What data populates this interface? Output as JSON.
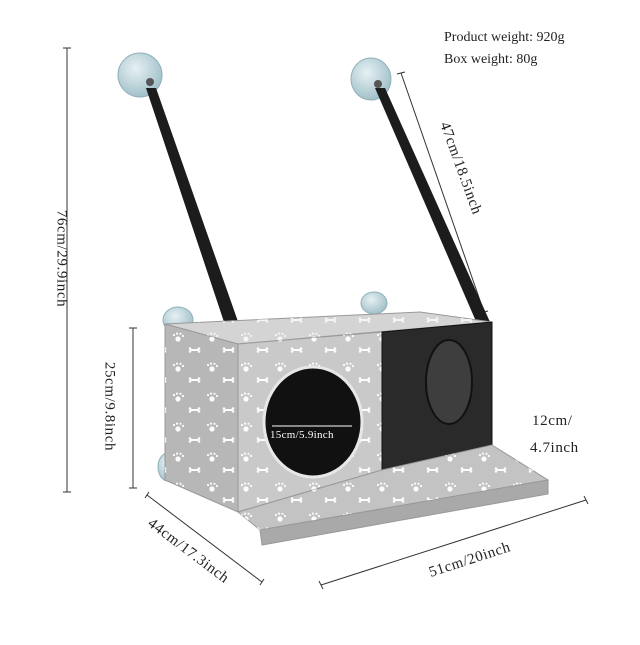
{
  "specs": {
    "product_weight": "Product weight:  920g",
    "box_weight": "Box weight:  80g"
  },
  "dimensions": {
    "total_height": "76cm/29.9inch",
    "strap_length": "47cm/18.5inch",
    "box_height": "25cm/9.8inch",
    "lip_depth_a": "12cm/",
    "lip_depth_b": "4.7inch",
    "box_depth": "44cm/17.3inch",
    "box_width": "51cm/20inch",
    "hole_diameter": "15cm/5.9inch"
  },
  "colors": {
    "fabric": "#c9c9c9",
    "fabric_shade": "#b7b7b7",
    "fabric_top": "#d4d4d4",
    "mesh": "#2a2a2a",
    "strap": "#1c1c1c",
    "suction": "#b9d4dc",
    "print": "#ffffff"
  }
}
